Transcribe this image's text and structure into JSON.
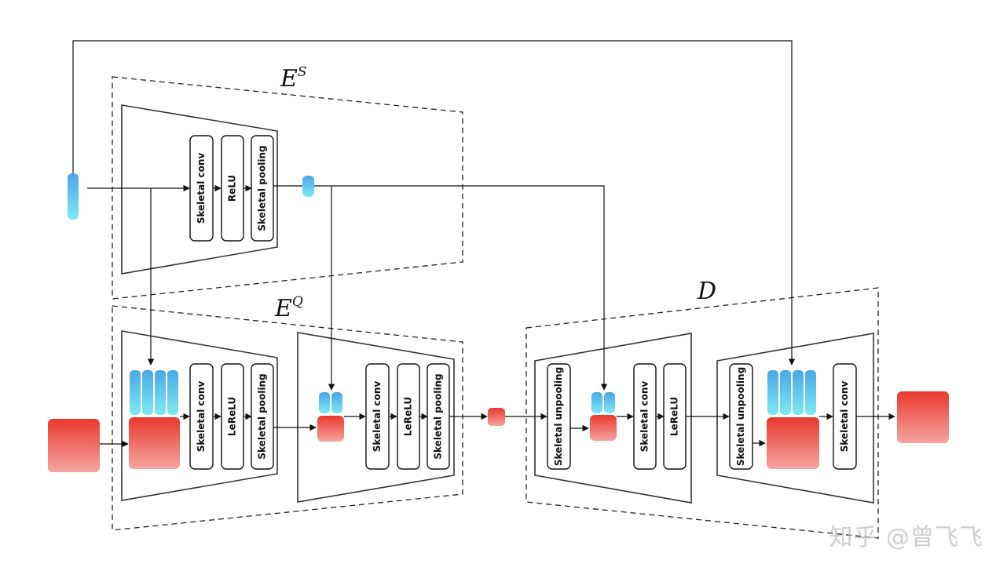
{
  "labels": {
    "encoder_static": {
      "main": "E",
      "sup": "S"
    },
    "encoder_dynamic": {
      "main": "E",
      "sup": "Q"
    },
    "decoder": {
      "main": "D",
      "sup": ""
    }
  },
  "ops": {
    "es": [
      "Skeletal conv",
      "ReLU",
      "Skeletal pooling"
    ],
    "eq1": [
      "Skeletal conv",
      "LeReLU",
      "Skeletal pooling"
    ],
    "eq2": [
      "Skeletal conv",
      "LeReLU",
      "Skeletal pooling"
    ],
    "d1": [
      "Skeletal unpooling",
      "Skeletal conv",
      "LeReLU"
    ],
    "d2": [
      "Skeletal unpooling",
      "Skeletal conv"
    ]
  },
  "watermark": "知乎 @曾飞飞",
  "colors": {
    "dynamic_top": "#e8392d",
    "dynamic_bottom": "#f6a5a0",
    "static_top": "#4aa6e6",
    "static_bottom": "#7eeaf2",
    "line": "#111111"
  }
}
